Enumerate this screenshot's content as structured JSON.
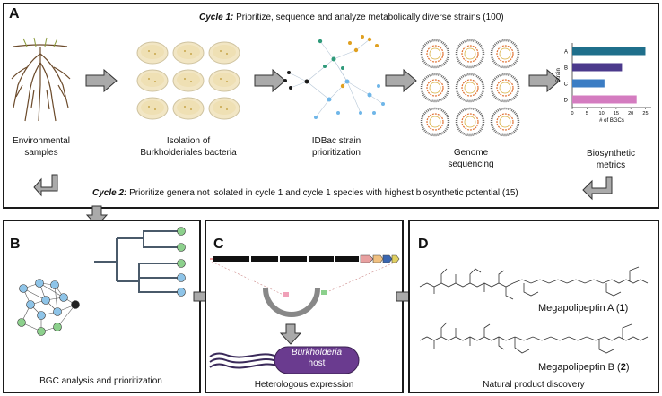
{
  "panels": {
    "a": {
      "letter": "A"
    },
    "b": {
      "letter": "B"
    },
    "c": {
      "letter": "C"
    },
    "d": {
      "letter": "D"
    }
  },
  "cycle1": {
    "prefix": "Cycle 1:",
    "text": "Prioritize, sequence and analyze metabolically diverse strains (100)"
  },
  "cycle2": {
    "prefix": "Cycle 2:",
    "text": "Prioritize genera not isolated in cycle 1 and cycle 1 species with highest biosynthetic potential (15)"
  },
  "steps": {
    "env_line1": "Environmental",
    "env_line2": "samples",
    "iso_line1": "Isolation of",
    "iso_line2": "Burkholderiales bacteria",
    "idbac_line1": "IDBac strain",
    "idbac_line2": "prioritization",
    "genome_line1": "Genome",
    "genome_line2": "sequencing",
    "bio_line1": "Biosynthetic",
    "bio_line2": "metrics"
  },
  "chart_data": {
    "type": "bar",
    "orientation": "horizontal",
    "categories": [
      "A",
      "B",
      "C",
      "D"
    ],
    "values": [
      25,
      17,
      11,
      22
    ],
    "colors": [
      "#1f6f8b",
      "#4b3a8c",
      "#3b7dc4",
      "#d47cc0"
    ],
    "xlabel": "# of BGCs",
    "ylabel": "Strain",
    "xticks": [
      0,
      5,
      10,
      15,
      20,
      25
    ],
    "xlim": [
      0,
      27
    ]
  },
  "panel_b": {
    "caption": "BGC analysis and prioritization"
  },
  "panel_c": {
    "caption": "Heterologous expression",
    "host_italic": "Burkholderia",
    "host_word": "host"
  },
  "panel_d": {
    "caption": "Natural product discovery",
    "compound_a_name": "Megapolipeptin A (",
    "compound_a_num": "1",
    "compound_b_name": "Megapolipeptin B (",
    "compound_b_num": "2",
    "close_paren": ")"
  }
}
